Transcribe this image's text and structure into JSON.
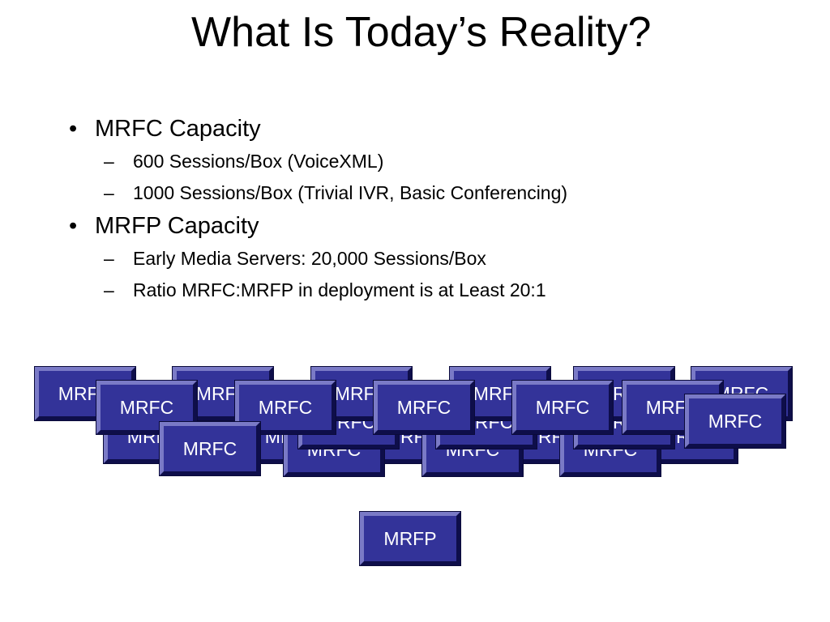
{
  "slide": {
    "title": "What Is Today’s Reality?",
    "bullets": [
      {
        "text": "MRFC Capacity",
        "sub": [
          "600 Sessions/Box (VoiceXML)",
          "1000 Sessions/Box (Trivial IVR, Basic Conferencing)"
        ]
      },
      {
        "text": "MRFP Capacity",
        "sub": [
          "Early Media Servers: 20,000 Sessions/Box",
          "Ratio MRFC:MRFP in deployment is at Least 20:1"
        ]
      }
    ],
    "bullet_mark": "•",
    "sub_mark": "–"
  },
  "diagram": {
    "mrfc_label": "MRFC",
    "mrfp_label": "MRFP",
    "box_color": "#333399"
  }
}
